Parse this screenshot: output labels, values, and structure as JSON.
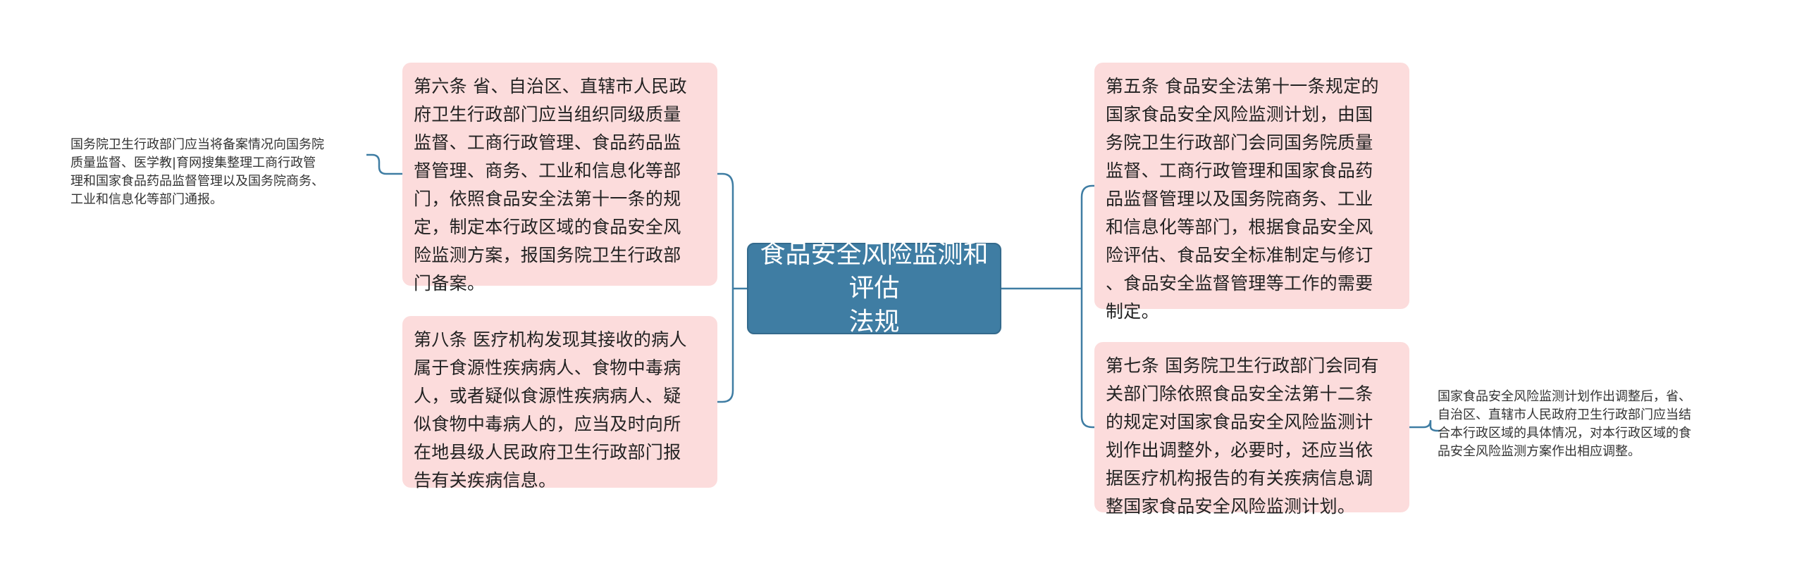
{
  "central_topic": {
    "label": "食品安全风险监测和评估\n法规"
  },
  "left_branches": [
    {
      "label": "第六条 省、自治区、直辖市人民政\n府卫生行政部门应当组织同级质量\n监督、工商行政管理、食品药品监\n督管理、商务、工业和信息化等部\n门，依照食品安全法第十一条的规\n定，制定本行政区域的食品安全风\n险监测方案，报国务院卫生行政部\n门备案。",
      "child": {
        "label": "国务院卫生行政部门应当将备案情况向国务院\n质量监督、医学教|育网搜集整理工商行政管\n理和国家食品药品监督管理以及国务院商务、\n工业和信息化等部门通报。"
      }
    },
    {
      "label": "第八条 医疗机构发现其接收的病人\n属于食源性疾病病人、食物中毒病\n人，或者疑似食源性疾病病人、疑\n似食物中毒病人的，应当及时向所\n在地县级人民政府卫生行政部门报\n告有关疾病信息。"
    }
  ],
  "right_branches": [
    {
      "label": "第五条 食品安全法第十一条规定的\n国家食品安全风险监测计划，由国\n务院卫生行政部门会同国务院质量\n监督、工商行政管理和国家食品药\n品监督管理以及国务院商务、工业\n和信息化等部门，根据食品安全风\n险评估、食品安全标准制定与修订\n、食品安全监督管理等工作的需要\n制定。"
    },
    {
      "label": "第七条 国务院卫生行政部门会同有\n关部门除依照食品安全法第十二条\n的规定对国家食品安全风险监测计\n划作出调整外，必要时，还应当依\n据医疗机构报告的有关疾病信息调\n整国家食品安全风险监测计划。",
      "child": {
        "label": "国家食品安全风险监测计划作出调整后，省、\n自治区、直辖市人民政府卫生行政部门应当结\n合本行政区域的具体情况，对本行政区域的食\n品安全风险监测方案作出相应调整。"
      }
    }
  ],
  "colors": {
    "central_fill": "#3f7da3",
    "card_fill": "#fcdcdc",
    "connector": "#3f7da3"
  }
}
